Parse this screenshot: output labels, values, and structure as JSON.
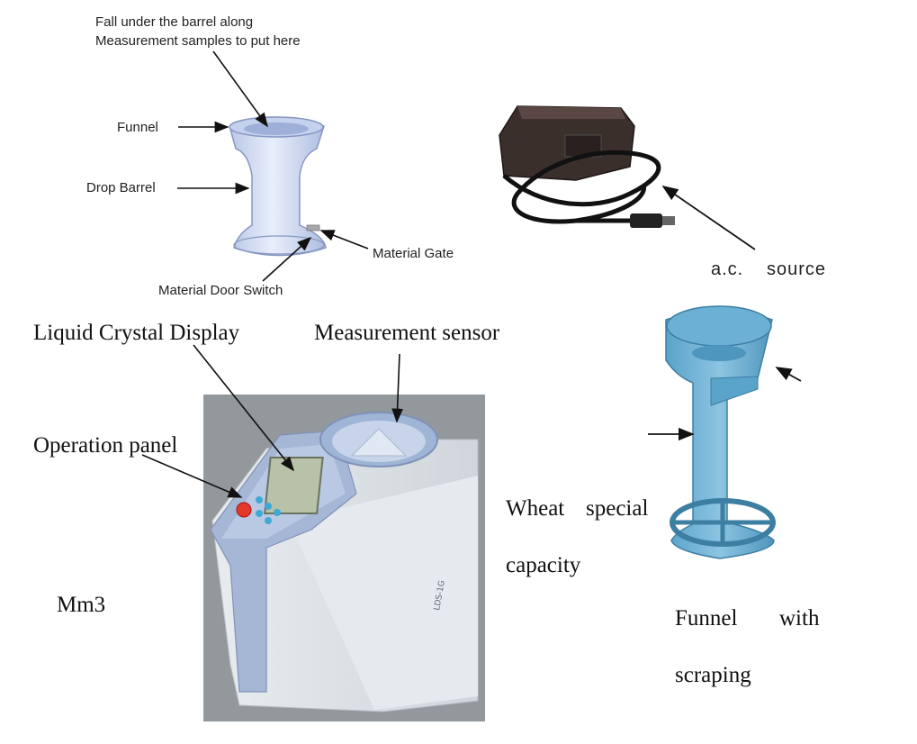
{
  "top_left": {
    "line1": "Fall under the barrel along",
    "line2": "Measurement samples to put here",
    "funnel": "Funnel",
    "drop_barrel": "Drop Barrel",
    "material_gate": "Material Gate",
    "material_door_switch": "Material Door Switch"
  },
  "top_right": {
    "ac_a": "a.c.",
    "ac_b": "source"
  },
  "meter": {
    "lcd": "Liquid Crystal Display",
    "sensor": "Measurement sensor",
    "panel": "Operation panel",
    "mm3": "Mm3",
    "device_text": "LDS-1G"
  },
  "wheat": {
    "w1": "Wheat",
    "w2": "special",
    "w3": "capacity"
  },
  "scraper": {
    "f1": "Funnel",
    "f2": "with",
    "f3": "scraping"
  }
}
